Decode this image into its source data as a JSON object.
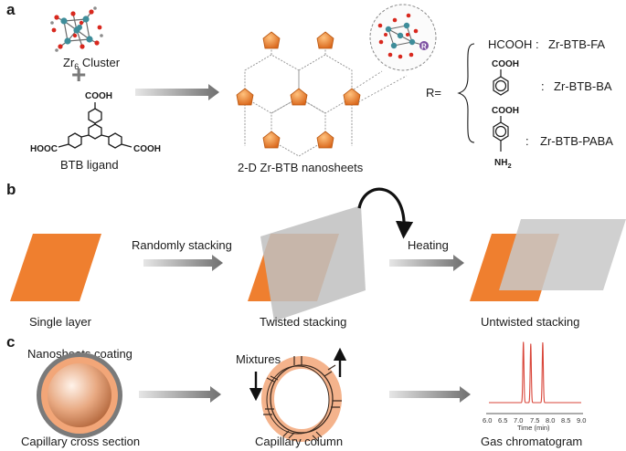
{
  "panels": {
    "a": {
      "letter": "a",
      "cluster_label_main": "Zr",
      "cluster_label_sub": "6",
      "cluster_label_rest": " Cluster",
      "plus": "+",
      "ligand_top_group": "COOH",
      "ligand_left_group": "HOOC",
      "ligand_right_group": "COOH",
      "ligand_label": "BTB ligand",
      "product_label": "2-D Zr-BTB nanosheets",
      "r_marker": "R",
      "r_prefix": "R=",
      "options": [
        {
          "group": "HCOOH",
          "colon": ":",
          "name": "Zr-BTB-FA"
        },
        {
          "group": "COOH",
          "colon": ":",
          "name": "Zr-BTB-BA"
        },
        {
          "group": "COOH",
          "colon": ":",
          "name": "Zr-BTB-PABA"
        }
      ],
      "paba_amine_main": "NH",
      "paba_amine_sub": "2"
    },
    "b": {
      "letter": "b",
      "step1": "Randomly stacking",
      "step2": "Heating",
      "state1": "Single layer",
      "state2": "Twisted stacking",
      "state3": "Untwisted stacking"
    },
    "c": {
      "letter": "c",
      "coating_label": "Nanosheets coating",
      "cross_section_label": "Capillary cross section",
      "mixtures_label": "Mixtures",
      "column_label": "Capillary column",
      "gc_label": "Gas chromatogram",
      "gc_axis_title": "Time (min)",
      "gc_ticks": [
        "6.0",
        "6.5",
        "7.0",
        "7.5",
        "8.0",
        "8.5",
        "9.0"
      ]
    }
  },
  "chromatogram": {
    "x_range": [
      6.0,
      9.0
    ],
    "peaks": [
      {
        "t": 7.12,
        "h": 1.0
      },
      {
        "t": 7.36,
        "h": 0.97
      },
      {
        "t": 7.75,
        "h": 0.99
      }
    ]
  },
  "colors": {
    "orange": "#ef7f2f",
    "orange_dark": "#d8661a",
    "gray_sheet": "#c8c8c8",
    "arrow_gray": "#8a8a8a",
    "zr_teal": "#3e8d9a",
    "oxygen_red": "#d8281e",
    "carbon_gray": "#8c8c8c",
    "gc_red": "#d9463a",
    "capillary_outer": "#7a7a7a",
    "capillary_coat": "#f2a678"
  }
}
